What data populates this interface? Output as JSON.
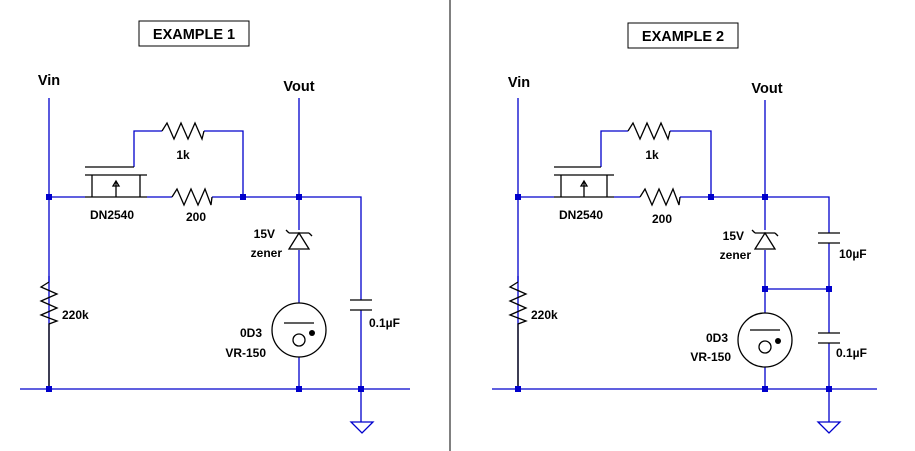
{
  "example1": {
    "title": "EXAMPLE 1",
    "vin": "Vin",
    "vout": "Vout",
    "r_1k": "1k",
    "mosfet": "DN2540",
    "r_200": "200",
    "zener_v": "15V",
    "zener": "zener",
    "r_220k": "220k",
    "tube": "0D3",
    "tube2": "VR-150",
    "cap": "0.1µF"
  },
  "example2": {
    "title": "EXAMPLE 2",
    "vin": "Vin",
    "vout": "Vout",
    "r_1k": "1k",
    "mosfet": "DN2540",
    "r_200": "200",
    "zener_v": "15V",
    "zener": "zener",
    "r_220k": "220k",
    "tube": "0D3",
    "tube2": "VR-150",
    "cap_top": "10µF",
    "cap_bottom": "0.1µF"
  },
  "colors": {
    "wire": "#0000cc",
    "component": "#000000",
    "divider": "#000000"
  }
}
